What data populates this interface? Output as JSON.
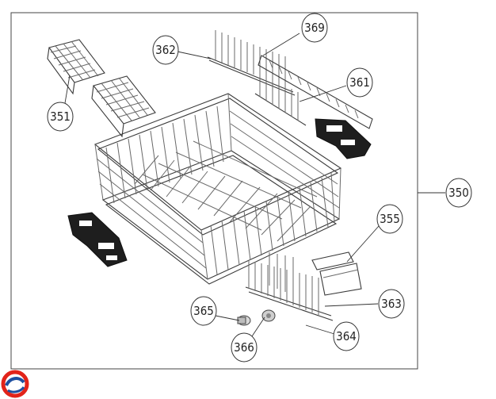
{
  "callouts": [
    {
      "id": "351",
      "label": "351"
    },
    {
      "id": "362",
      "label": "362"
    },
    {
      "id": "369",
      "label": "369"
    },
    {
      "id": "361",
      "label": "361"
    },
    {
      "id": "350",
      "label": "350"
    },
    {
      "id": "355",
      "label": "355"
    },
    {
      "id": "363",
      "label": "363"
    },
    {
      "id": "364",
      "label": "364"
    },
    {
      "id": "365",
      "label": "365"
    },
    {
      "id": "366",
      "label": "366"
    }
  ],
  "logo": {
    "icon": "brand-logo-icon",
    "colors": {
      "red": "#e2231a",
      "blue": "#1e4fa0"
    }
  }
}
